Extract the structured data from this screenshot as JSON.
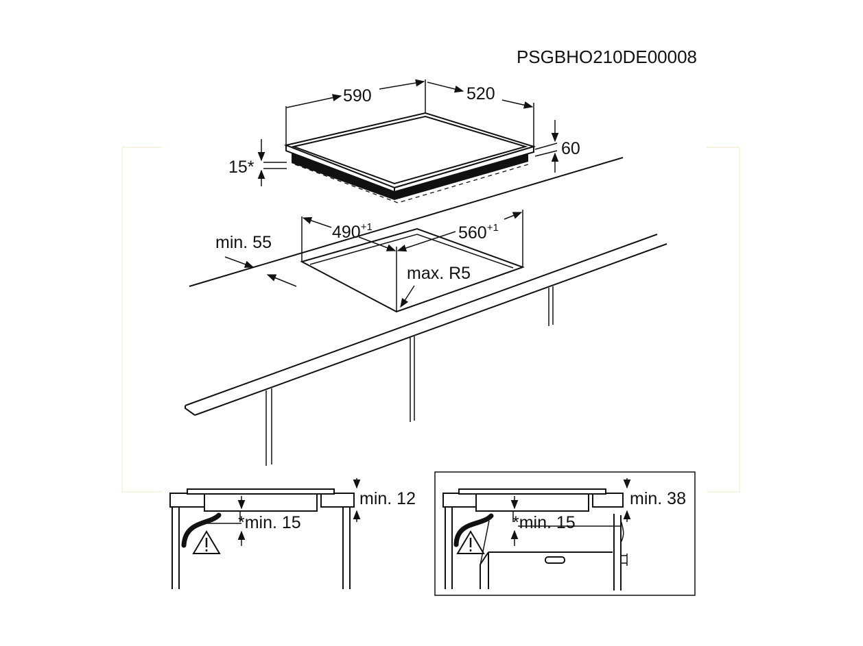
{
  "document_code": "PSGBHO210DE00008",
  "hob_dimensions": {
    "width": "590",
    "depth": "520",
    "height": "60",
    "edge": "15*"
  },
  "cutout": {
    "width_value": "560",
    "width_tolerance": "+1",
    "depth_value": "490",
    "depth_tolerance": "+1",
    "min_front_distance": "min. 55",
    "corner_radius": "max. R5"
  },
  "section_left": {
    "clearance_top": "min. 12",
    "clearance_below": "*min. 15",
    "warning_icon": "warning-triangle-icon"
  },
  "section_right": {
    "clearance_top": "min. 38",
    "clearance_below": "*min. 15",
    "warning_icon": "warning-triangle-icon"
  }
}
